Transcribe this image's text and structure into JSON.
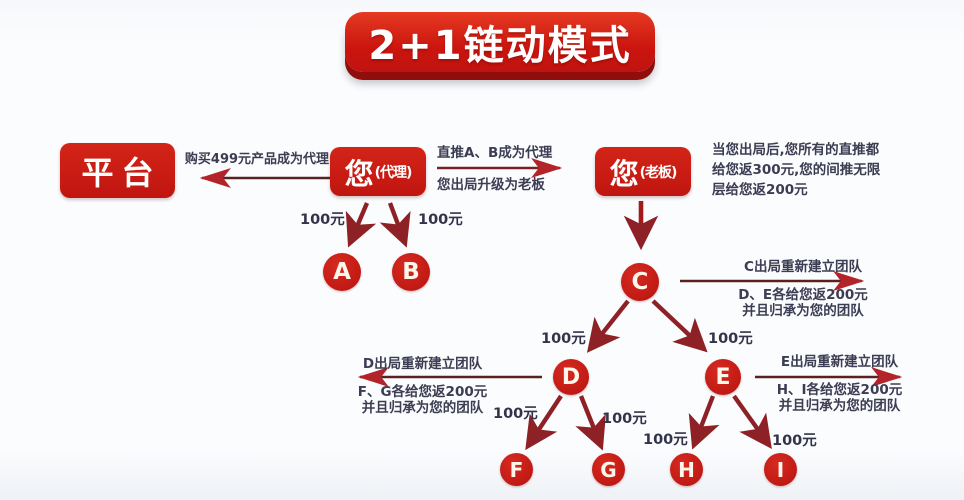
{
  "title": "2+1链动模式",
  "colors": {
    "banner_red": "#cb150e",
    "node_red": "#c01510",
    "arrow_dark": "#592220",
    "arrow_head_red": "#b3242a",
    "arrow_diag": "#8e2126",
    "note_text": "#3c3c52"
  },
  "nodes": {
    "platform": "平台",
    "you_agent": {
      "main": "您",
      "sub": "(代理)"
    },
    "you_boss": {
      "main": "您",
      "sub": "(老板)"
    },
    "circles": [
      "A",
      "B",
      "C",
      "D",
      "E",
      "F",
      "G",
      "H",
      "I"
    ]
  },
  "annotations": {
    "buy_note": "购买499元产品成为代理",
    "promote_top": "直推A、B成为代理",
    "promote_bottom": "您出局升级为老板",
    "boss_note": [
      "当您出局后,您所有的直推都",
      "给您返300元,您的间推无限",
      "层给您返200元"
    ],
    "c_branch": {
      "top": "C出局重新建立团队",
      "line1": "D、E各给您返200元",
      "line2": "并且归承为您的团队"
    },
    "d_branch": {
      "top": "D出局重新建立团队",
      "line1": "F、G各给您返200元",
      "line2": "并且归承为您的团队"
    },
    "e_branch": {
      "top": "E出局重新建立团队",
      "line1": "H、I各给您返200元",
      "line2": "并且归承为您的团队"
    }
  },
  "labels": {
    "fee": "100元"
  }
}
